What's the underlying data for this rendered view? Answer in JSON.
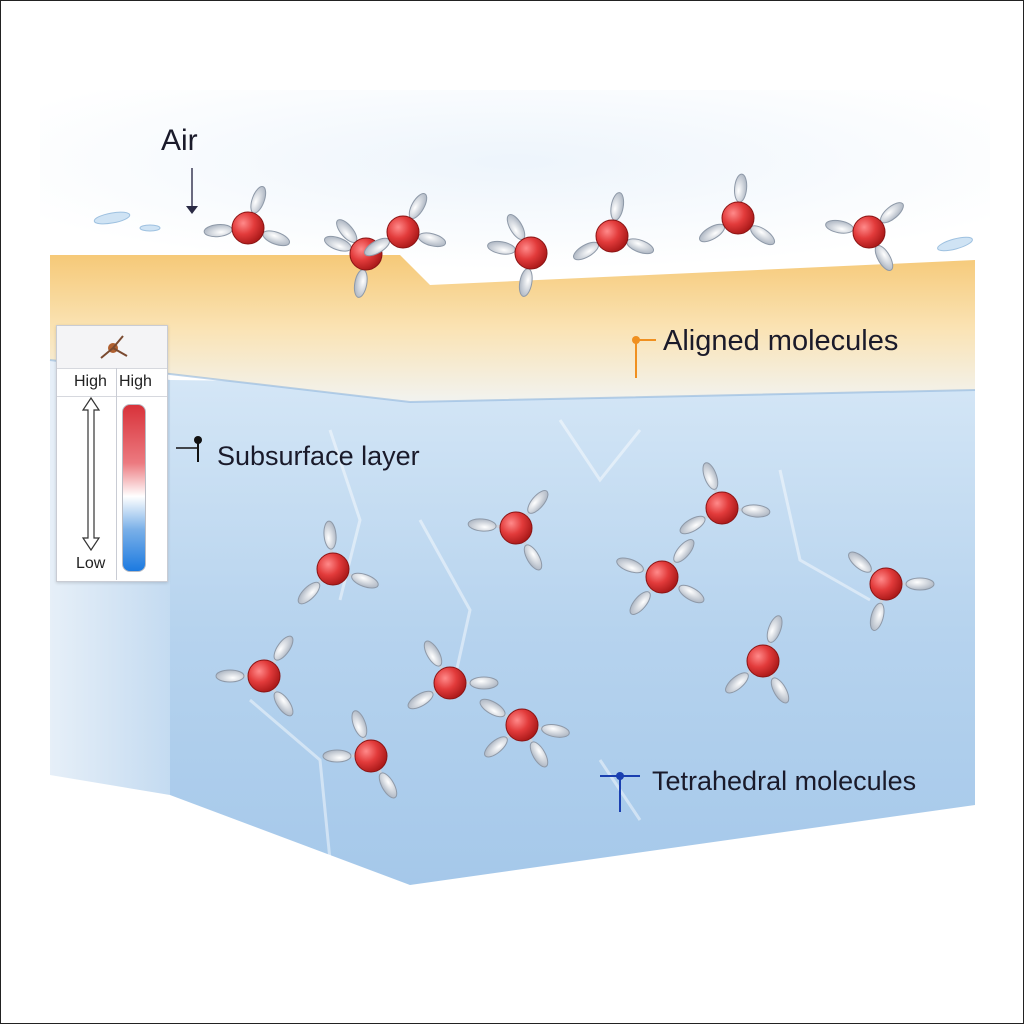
{
  "labels": {
    "air": "Air",
    "aligned_molecules": "Aligned molecules",
    "subsurface_layer": "Subsurface layer",
    "tetrahedral_molecules": "Tetrahedral molecules"
  },
  "legend": {
    "high_left": "High",
    "high_right": "High",
    "low": "Low"
  },
  "colors": {
    "surface_band": "#f8d79a",
    "water_bulk": "#b9d6ef",
    "oxygen_atom": "#e23b3b",
    "hydrogen_atom": "#eef1f5",
    "aligned_marker": "#f09020",
    "tetra_marker": "#1a3fb0",
    "subsurface_marker": "#111111"
  }
}
